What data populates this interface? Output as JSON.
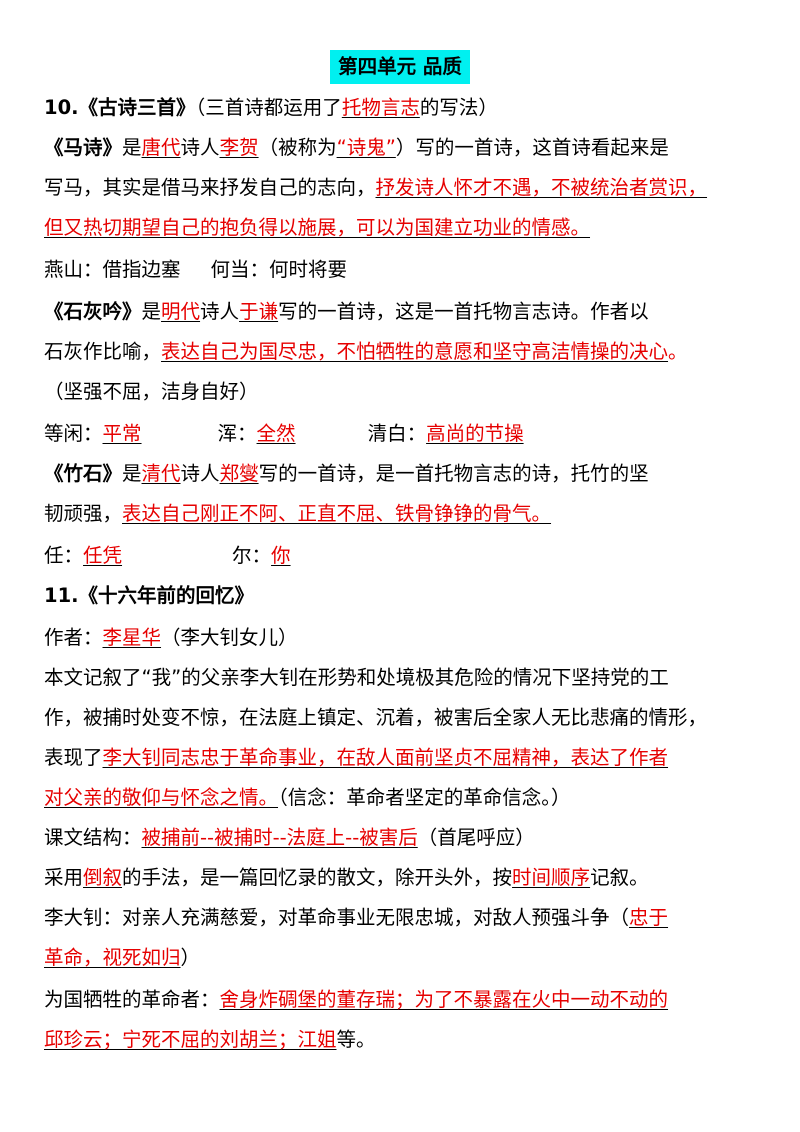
{
  "title": "第四单元  品质",
  "l01": {
    "a": "10.《古诗三首》",
    "b": "（三首诗都运用了",
    "c": "托物言志",
    "d": "的写法）"
  },
  "l02": {
    "a": "《马诗》",
    "b": "是",
    "c": "唐代",
    "d": "诗人",
    "e": "李贺",
    "f": "（被称为",
    "g": "“诗鬼”",
    "h": "）写的一首诗，这首诗看起来是"
  },
  "l03": {
    "a": "写马，其实是借马来抒发自己的志向，",
    "b": "抒发诗人怀才不遇，不被统治者赏识，"
  },
  "l04": {
    "a": "但又热切期望自己的抱负得以施展，可以为国建立功业的情感。"
  },
  "l05": {
    "a": "燕山：借指边塞",
    "b": "何当：何时将要"
  },
  "l06": {
    "a": "《石灰吟》",
    "b": "是",
    "c": "明代",
    "d": "诗人",
    "e": "于谦",
    "f": "写的一首诗，这是一首托物言志诗。作者以"
  },
  "l07": {
    "a": "石灰作比喻，",
    "b": "表达自己为国尽忠，不怕牺牲的意愿和坚守高洁情操的决心",
    "c": "。"
  },
  "l08": {
    "a": "（坚强不屈，洁身自好）"
  },
  "l09": {
    "a": "等闲：",
    "b": "平常",
    "c": "浑：",
    "d": "全然",
    "e": "清白：",
    "f": "高尚的节操"
  },
  "l10": {
    "a": "《竹石》",
    "b": "是",
    "c": "清代",
    "d": "诗人",
    "e": "郑燮",
    "f": "写的一首诗，是一首托物言志的诗，托竹的坚"
  },
  "l11": {
    "a": "韧顽强，",
    "b": "表达自己刚正不阿、正直不屈、铁骨铮铮的骨气。"
  },
  "l12": {
    "a": "任：",
    "b": "任凭",
    "c": "尔：",
    "d": "你"
  },
  "l13": {
    "a": "11.《十六年前的回忆》"
  },
  "l14": {
    "a": "作者：",
    "b": "李星华",
    "c": "（李大钊女儿）"
  },
  "l15": {
    "a": "本文记叙了“我”的父亲李大钊在形势和处境极其危险的情况下坚持党的工"
  },
  "l16": {
    "a": "作，被捕时处变不惊，在法庭上镇定、沉着，被害后全家人无比悲痛的情形，"
  },
  "l17": {
    "a": "表现了",
    "b": "李大钊同志忠于革命事业，在敌人面前坚贞不屈精神，表达了作者"
  },
  "l18": {
    "a": "对父亲的敬仰与怀念之情。",
    "b": "（信念：革命者坚定的革命信念。）"
  },
  "l19": {
    "a": "课文结构：",
    "b": "被捕前--被捕时--法庭上--被害后",
    "c": "（首尾呼应）"
  },
  "l20": {
    "a": "采用",
    "b": "倒叙",
    "c": "的手法，是一篇回忆录的散文，除开头外，按",
    "d": "时间顺序",
    "e": "记叙。"
  },
  "l21": {
    "a": "李大钊：对亲人充满慈爱，对革命事业无限忠城，对敌人预强斗争（",
    "b": "忠于"
  },
  "l22": {
    "a": "革命，视死如归",
    "b": "）"
  },
  "l23": {
    "a": "为国牺牲的革命者：",
    "b": "舍身炸碉堡的董存瑞；为了不暴露在火中一动不动的"
  },
  "l24": {
    "a": "邱珍云；宁死不屈的刘胡兰；江姐",
    "b": "等。"
  }
}
